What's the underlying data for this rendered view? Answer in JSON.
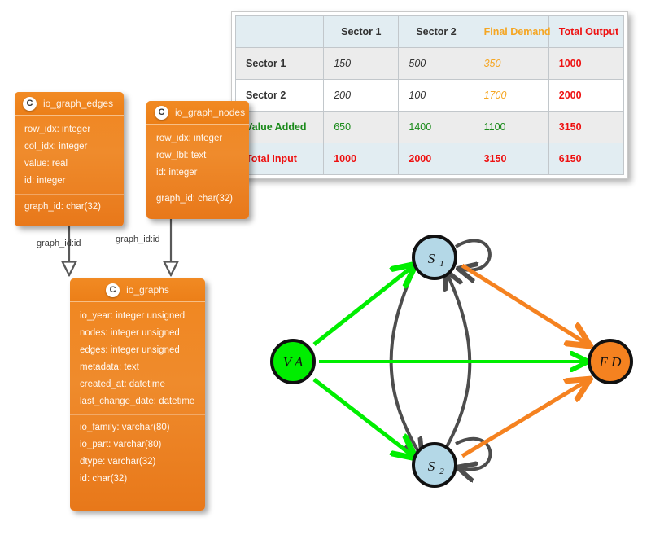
{
  "io_table": {
    "name": "input-output-table",
    "columns": [
      "",
      "Sector 1",
      "Sector 2",
      "Final Demand",
      "Total Output"
    ],
    "column_colors": {
      "default": "#333333",
      "final_demand": "#f5a623",
      "total_output": "#ee1111"
    },
    "rows": [
      {
        "label": "Sector 1",
        "kind": "sector",
        "cells": [
          "150",
          "500",
          "350",
          "1000"
        ]
      },
      {
        "label": "Sector 2",
        "kind": "sector",
        "cells": [
          "200",
          "100",
          "1700",
          "2000"
        ]
      },
      {
        "label": "Value Added",
        "kind": "value_added",
        "cells": [
          "650",
          "1400",
          "1100",
          "3150"
        ]
      },
      {
        "label": "Total Input",
        "kind": "total",
        "cells": [
          "1000",
          "2000",
          "3150",
          "6150"
        ]
      }
    ],
    "row_colors": {
      "value_added": "#1a8a1a",
      "total": "#ee1111"
    }
  },
  "schema": {
    "class_icon_letter": "C",
    "classes": [
      {
        "name": "io_graph_edges",
        "groups": [
          [
            "row_idx: integer",
            "col_idx: integer",
            "value: real",
            "id: integer"
          ],
          [
            "graph_id: char(32)"
          ]
        ]
      },
      {
        "name": "io_graph_nodes",
        "groups": [
          [
            "row_idx: integer",
            "row_lbl: text",
            "id: integer"
          ],
          [
            "graph_id: char(32)"
          ]
        ]
      },
      {
        "name": "io_graphs",
        "groups": [
          [
            "io_year: integer unsigned",
            "nodes: integer unsigned",
            "edges: integer unsigned",
            "metadata: text",
            "created_at: datetime",
            "last_change_date: datetime"
          ],
          [
            "io_family: varchar(80)",
            "io_part: varchar(80)",
            "dtype: varchar(32)",
            "id: char(32)"
          ]
        ]
      }
    ],
    "relations": [
      {
        "from": "io_graph_edges",
        "to": "io_graphs",
        "label": "graph_id:id"
      },
      {
        "from": "io_graph_nodes",
        "to": "io_graphs",
        "label": "graph_id:id"
      }
    ],
    "box_color": "#ef8b2c"
  },
  "graph": {
    "name": "io-flow-graph",
    "nodes": [
      {
        "id": "VA",
        "label": "V A",
        "color": "#00ee00"
      },
      {
        "id": "S1",
        "label": "S",
        "sub": "1",
        "color": "#b4d8e7"
      },
      {
        "id": "S2",
        "label": "S",
        "sub": "2",
        "color": "#b4d8e7"
      },
      {
        "id": "FD",
        "label": "F D",
        "color": "#f58220"
      }
    ],
    "edges": [
      {
        "from": "VA",
        "to": "S1",
        "color": "#00ee00"
      },
      {
        "from": "VA",
        "to": "S2",
        "color": "#00ee00"
      },
      {
        "from": "VA",
        "to": "FD",
        "color": "#00ee00"
      },
      {
        "from": "S1",
        "to": "S2",
        "color": "#4d4d4d"
      },
      {
        "from": "S2",
        "to": "S1",
        "color": "#4d4d4d"
      },
      {
        "from": "S1",
        "to": "S1",
        "color": "#4d4d4d",
        "self_loop": true
      },
      {
        "from": "S2",
        "to": "S2",
        "color": "#4d4d4d",
        "self_loop": true
      },
      {
        "from": "S1",
        "to": "FD",
        "color": "#f58220"
      },
      {
        "from": "S2",
        "to": "FD",
        "color": "#f58220"
      }
    ],
    "edge_colors": {
      "value_added": "#00ee00",
      "intermediate": "#4d4d4d",
      "final_demand": "#f58220"
    }
  }
}
